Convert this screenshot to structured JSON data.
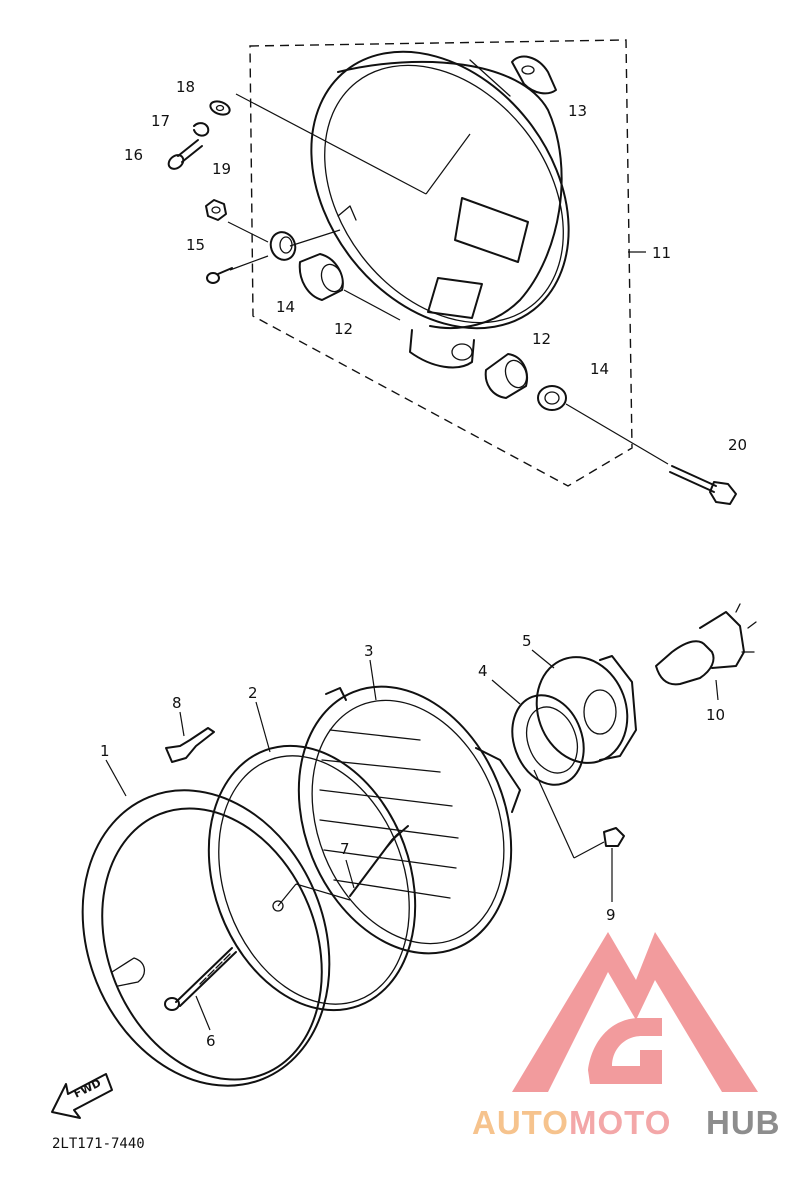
{
  "diagram": {
    "callouts": {
      "c1": "1",
      "c2": "2",
      "c3": "3",
      "c4": "4",
      "c5": "5",
      "c6": "6",
      "c7": "7",
      "c8": "8",
      "c9": "9",
      "c10": "10",
      "c11": "11",
      "c12a": "12",
      "c12b": "12",
      "c13": "13",
      "c14a": "14",
      "c14b": "14",
      "c15": "15",
      "c16": "16",
      "c17": "17",
      "c18": "18",
      "c19": "19",
      "c20": "20"
    },
    "fwd_label": "FWD",
    "part_code": "2LT171-7440"
  },
  "watermark": {
    "word_a": "AUTO",
    "word_b": "MOTO",
    "word_c": "HUB",
    "colors": {
      "a": "#f5b97a",
      "b": "#f2989a",
      "c": "#7a7a7a",
      "logo": "#f08a8c"
    }
  }
}
